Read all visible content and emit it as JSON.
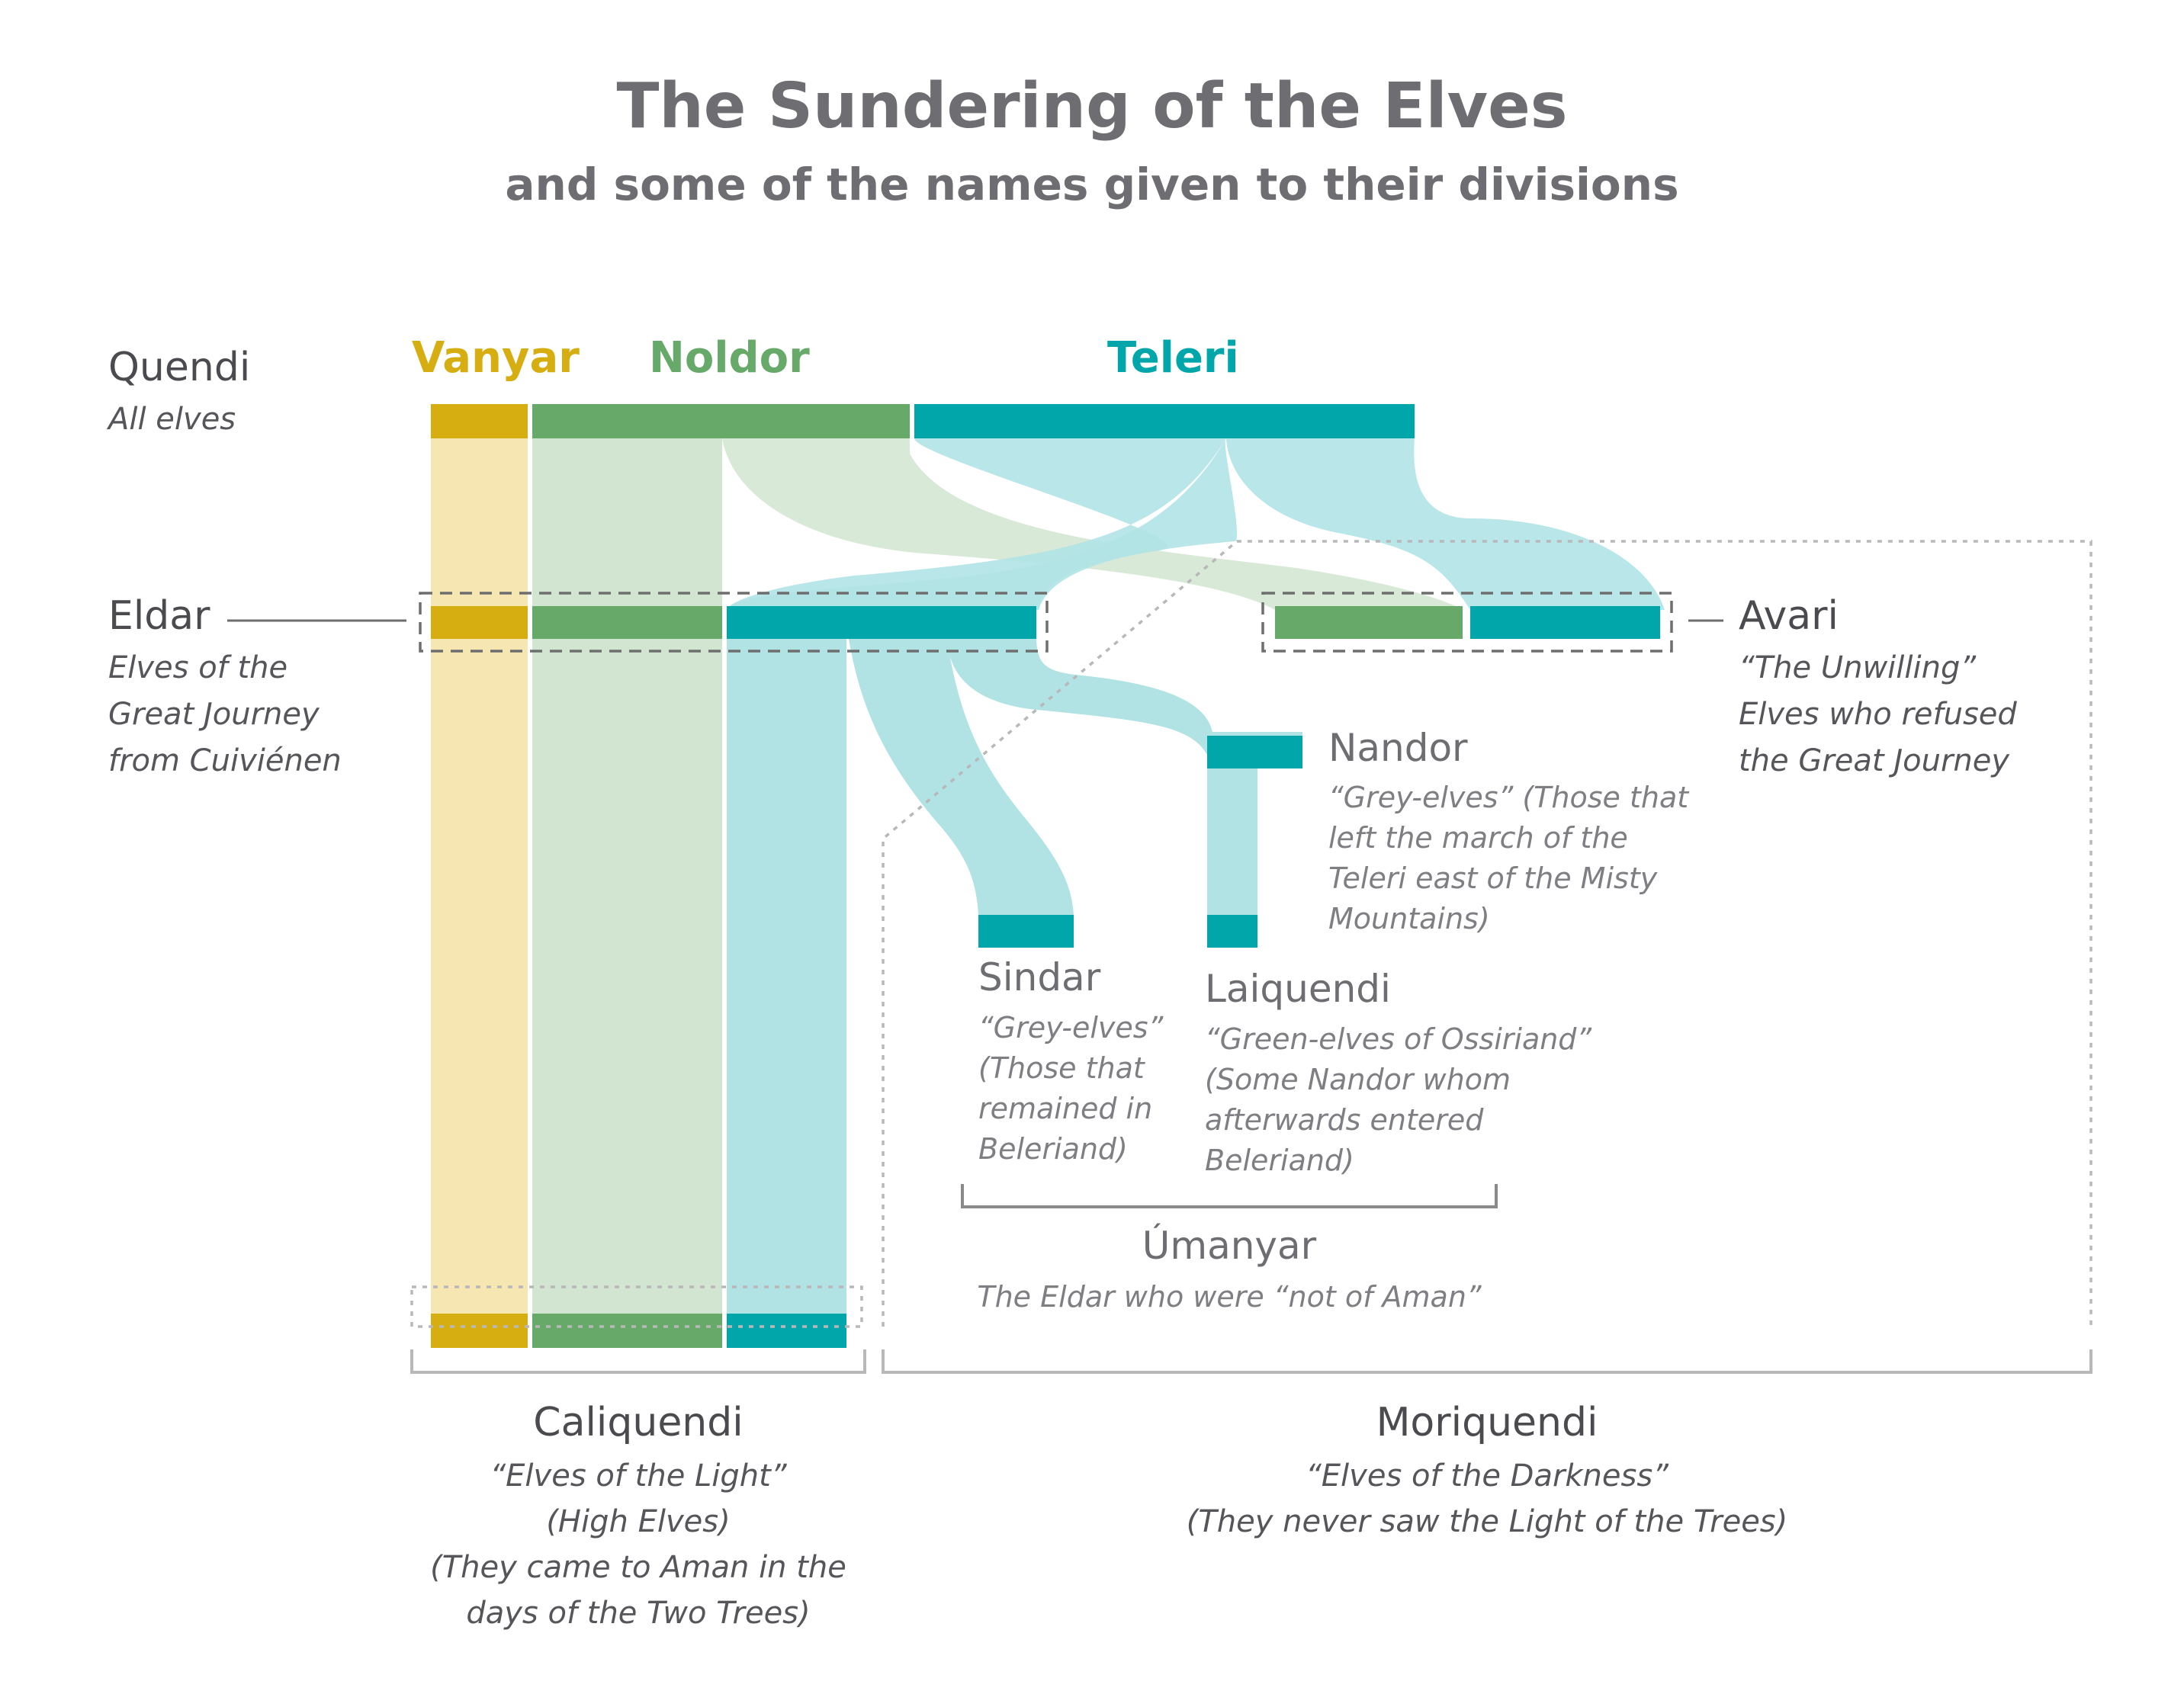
{
  "title": "The Sundering of the Elves",
  "subtitle": "and some of the names given to their divisions",
  "colors": {
    "vanyar": "#d6ae12",
    "vanyar_light": "#f5e6b2",
    "noldor": "#66a969",
    "noldor_light": "#d1e5d1",
    "teleri": "#00a6a9",
    "teleri_light": "#b1e3e5",
    "text_dark": "#4a4a4f",
    "text_grey": "#6d6d72",
    "bracket": "#b8b8b8",
    "dashed_box": "#6e6e6e"
  },
  "clans": {
    "vanyar": "Vanyar",
    "noldor": "Noldor",
    "teleri": "Teleri"
  },
  "quendi": {
    "name": "Quendi",
    "desc": "All elves"
  },
  "eldar": {
    "name": "Eldar",
    "desc": [
      "Elves of the",
      "Great Journey",
      "from Cuiviénen"
    ]
  },
  "avari": {
    "name": "Avari",
    "desc": [
      "“The Unwilling”",
      "Elves who refused",
      "the Great Journey"
    ]
  },
  "nandor": {
    "name": "Nandor",
    "desc": [
      "“Grey-elves” (Those that",
      "left the march of the",
      "Teleri east of the Misty",
      "Mountains)"
    ]
  },
  "sindar": {
    "name": "Sindar",
    "desc": [
      "“Grey-elves”",
      "(Those that",
      "remained in",
      "Beleriand)"
    ]
  },
  "laiquendi": {
    "name": "Laiquendi",
    "desc": [
      "“Green-elves of Ossiriand”",
      "(Some Nandor whom",
      "afterwards entered",
      "Beleriand)"
    ]
  },
  "umanyar": {
    "name": "Úmanyar",
    "desc": "The Eldar who were “not of Aman”"
  },
  "caliquendi": {
    "name": "Caliquendi",
    "desc": [
      "“Elves of the Light”",
      "(High Elves)",
      "(They came to Aman in the",
      "days of the Two Trees)"
    ]
  },
  "moriquendi": {
    "name": "Moriquendi",
    "desc": [
      "“Elves of the Darkness”",
      "(They never saw the Light of the Trees)"
    ]
  }
}
